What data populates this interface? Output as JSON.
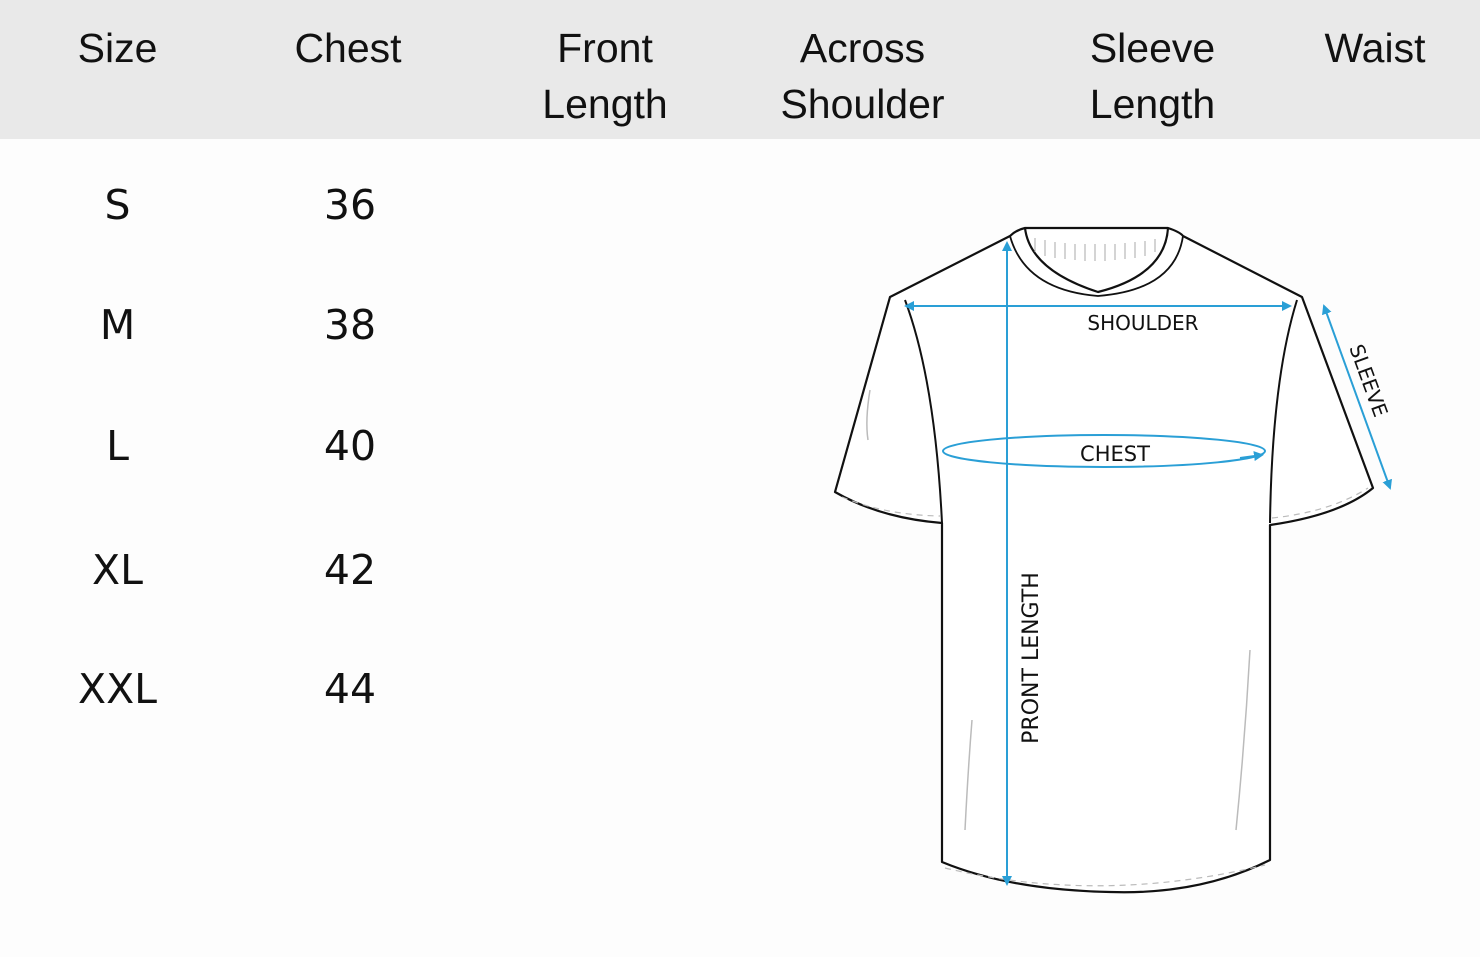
{
  "header": {
    "columns": [
      {
        "label": "Size"
      },
      {
        "label": "Chest"
      },
      {
        "label": "Front\nLength"
      },
      {
        "label": "Across\nShoulder"
      },
      {
        "label": "Sleeve\nLength"
      },
      {
        "label": "Waist"
      }
    ]
  },
  "rows": [
    {
      "size": "S",
      "chest": "36"
    },
    {
      "size": "M",
      "chest": "38"
    },
    {
      "size": "L",
      "chest": "40"
    },
    {
      "size": "XL",
      "chest": "42"
    },
    {
      "size": "XXL",
      "chest": "44"
    }
  ],
  "diagram": {
    "labels": {
      "shoulder": "SHOULDER",
      "chest": "CHEST",
      "sleeve": "SLEEVE",
      "front_length": "PRONT LENGTH"
    },
    "accent_color": "#2a9fd6",
    "outline_color": "#111111"
  },
  "chart_data": {
    "type": "table",
    "title": "",
    "columns": [
      "Size",
      "Chest",
      "Front Length",
      "Across Shoulder",
      "Sleeve Length",
      "Waist"
    ],
    "rows": [
      [
        "S",
        36,
        null,
        null,
        null,
        null
      ],
      [
        "M",
        38,
        null,
        null,
        null,
        null
      ],
      [
        "L",
        40,
        null,
        null,
        null,
        null
      ],
      [
        "XL",
        42,
        null,
        null,
        null,
        null
      ],
      [
        "XXL",
        44,
        null,
        null,
        null,
        null
      ]
    ]
  }
}
